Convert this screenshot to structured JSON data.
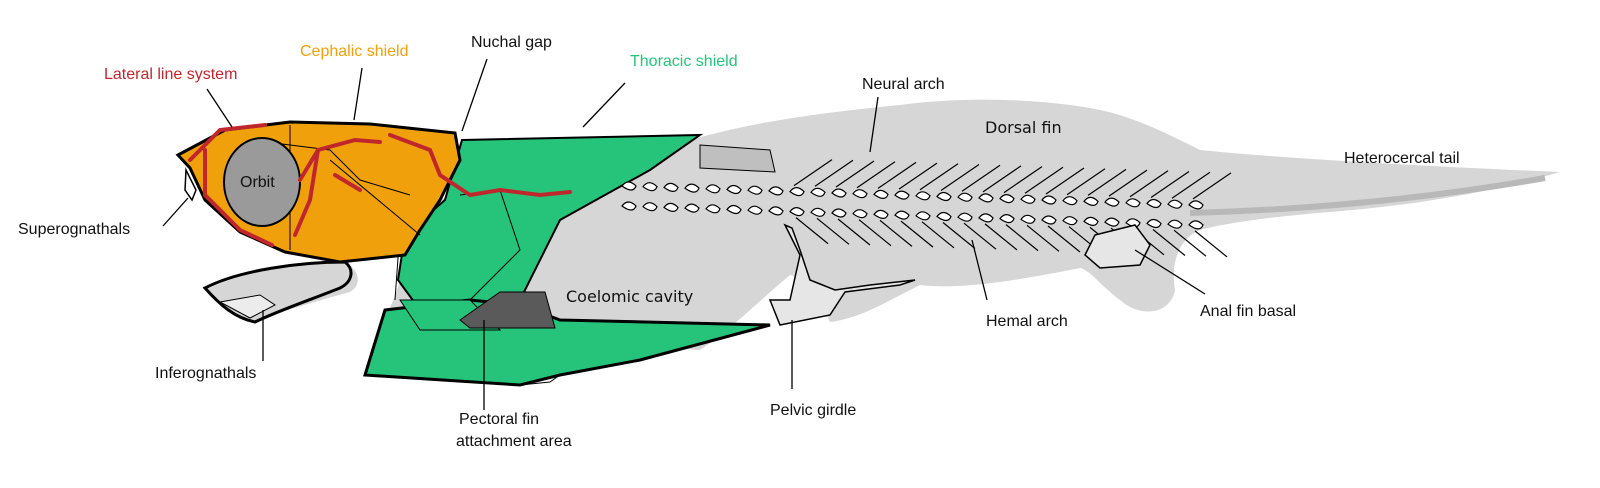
{
  "labels": {
    "lateral_line_system": "Lateral line system",
    "cephalic_shield": "Cephalic shield",
    "nuchal_gap": "Nuchal gap",
    "thoracic_shield": "Thoracic shield",
    "neural_arch": "Neural arch",
    "dorsal_fin": "Dorsal fin",
    "heterocercal_tail": "Heterocercal tail",
    "orbit": "Orbit",
    "superognathals": "Superognathals",
    "inferognathals": "Inferognathals",
    "coelomic_cavity": "Coelomic cavity",
    "pectoral_fin_line1": "Pectoral fin",
    "pectoral_fin_line2": "attachment area",
    "pelvic_girdle": "Pelvic girdle",
    "hemal_arch": "Hemal arch",
    "anal_fin_basal": "Anal fin basal"
  },
  "colors": {
    "lateral_line": "#c0272d",
    "cephalic_shield": "#f0a00a",
    "thoracic_shield": "#26c47a",
    "body_silhouette": "#d6d6d6",
    "orbit_fill": "#9a9a9a",
    "pectoral_area": "#5a5a5a",
    "outline": "#000000"
  },
  "icons": [
    "fish-body-silhouette",
    "vertebral-column",
    "skull-outline"
  ]
}
